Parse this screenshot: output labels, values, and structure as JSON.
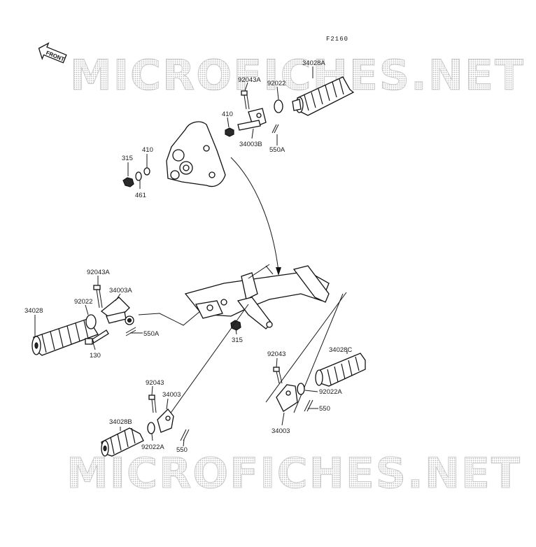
{
  "figure_code": "F2160",
  "front_label": "FRONT",
  "watermark": "MICROFICHES.NET",
  "labels": {
    "p34028A": "34028A",
    "p92043A_top": "92043A",
    "p92022_top": "92022",
    "p410_a": "410",
    "p34003B": "34003B",
    "p550A_top": "550A",
    "p315_top": "315",
    "p410_b": "410",
    "p461": "461",
    "p92043A_left": "92043A",
    "p34003A": "34003A",
    "p92022_left": "92022",
    "p34028": "34028",
    "p550A_left": "550A",
    "p130": "130",
    "p315_mid": "315",
    "p92043_right": "92043",
    "p34028C": "34028C",
    "p92022A_right": "92022A",
    "p550_right": "550",
    "p34003_right": "34003",
    "p92043_left": "92043",
    "p34003_left": "34003",
    "p34028B": "34028B",
    "p92022A_left": "92022A",
    "p550_left": "550"
  }
}
